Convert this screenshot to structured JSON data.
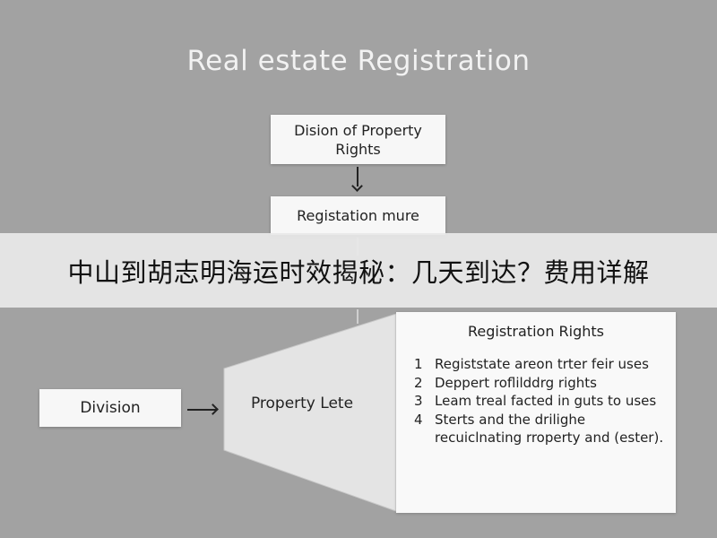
{
  "title": "Real estate Registration",
  "boxes": {
    "dision": "Dision of Property Rights",
    "registration": "Registation mure",
    "division": "Division",
    "property": "Property Lete"
  },
  "rights_panel": {
    "title": "Registration Rights",
    "items": [
      {
        "num": "1",
        "text": "Registstate areon trter feir uses"
      },
      {
        "num": "2",
        "text": "Deppert roflilddrg rights"
      },
      {
        "num": "3",
        "text": "Leam treal facted in guts to uses"
      },
      {
        "num": "4",
        "text": "Sterts and the drilighe recuiclnating rroperty and (ester)."
      }
    ]
  },
  "banner": "中山到胡志明海运时效揭秘：几天到达？费用详解",
  "colors": {
    "background": "#a2a2a2",
    "box": "#f7f7f7",
    "title": "#f2f2f2",
    "banner": "#e8e8e8"
  }
}
